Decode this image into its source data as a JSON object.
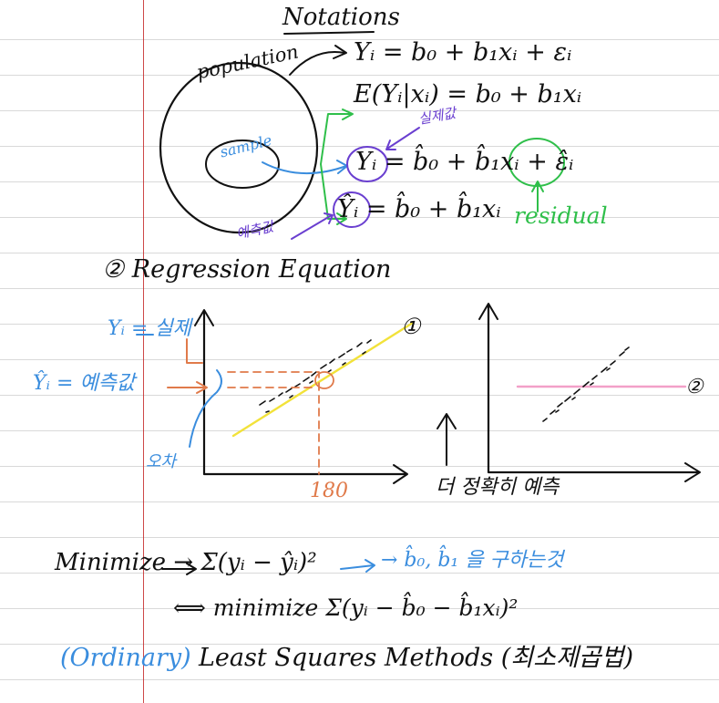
{
  "title": "Notations",
  "population_label": "population",
  "sample_label": "sample",
  "eq_model": "Yᵢ = b₀ + b₁xᵢ + εᵢ",
  "eq_expectation": "E(Yᵢ|xᵢ) = b₀ + b₁xᵢ",
  "eq_fitted_obs": "Yᵢ = b̂₀ + b̂₁xᵢ + ε̂ᵢ",
  "eq_prediction": "Ŷᵢ = b̂₀ + b̂₁xᵢ",
  "label_actual": "실제값",
  "label_predicted": "예측값",
  "label_residual": "residual",
  "section_heading": "② Regression Equation",
  "graph_left": {
    "marker": "①",
    "yi_label": "Yᵢ = 실제",
    "yhat_label": "Ŷᵢ = 예측값",
    "error_label": "오차",
    "x_tick": "180"
  },
  "graph_right": {
    "marker": "②"
  },
  "caption_between": "더 정확히 예측",
  "minimize_line": "Minimize → Σ(yᵢ − ŷᵢ)²",
  "minimize_note": "→ b̂₀, b̂₁ 을 구하는것",
  "equivalent_line": "⟺ minimize Σ(yᵢ − b̂₀ − b̂₁xᵢ)²",
  "ols_prefix": "(Ordinary)",
  "ols_main": "Least Squares Methods (최소제곱법)",
  "colors": {
    "ink": "#111111",
    "blue": "#3a8dde",
    "orange": "#e07a4a",
    "purple": "#6a3fd0",
    "green": "#2fbf4a",
    "yellow": "#f2e23a",
    "pink": "#f2a0c8",
    "margin_red": "#c62828",
    "rule_gray": "#d9d9d9"
  }
}
